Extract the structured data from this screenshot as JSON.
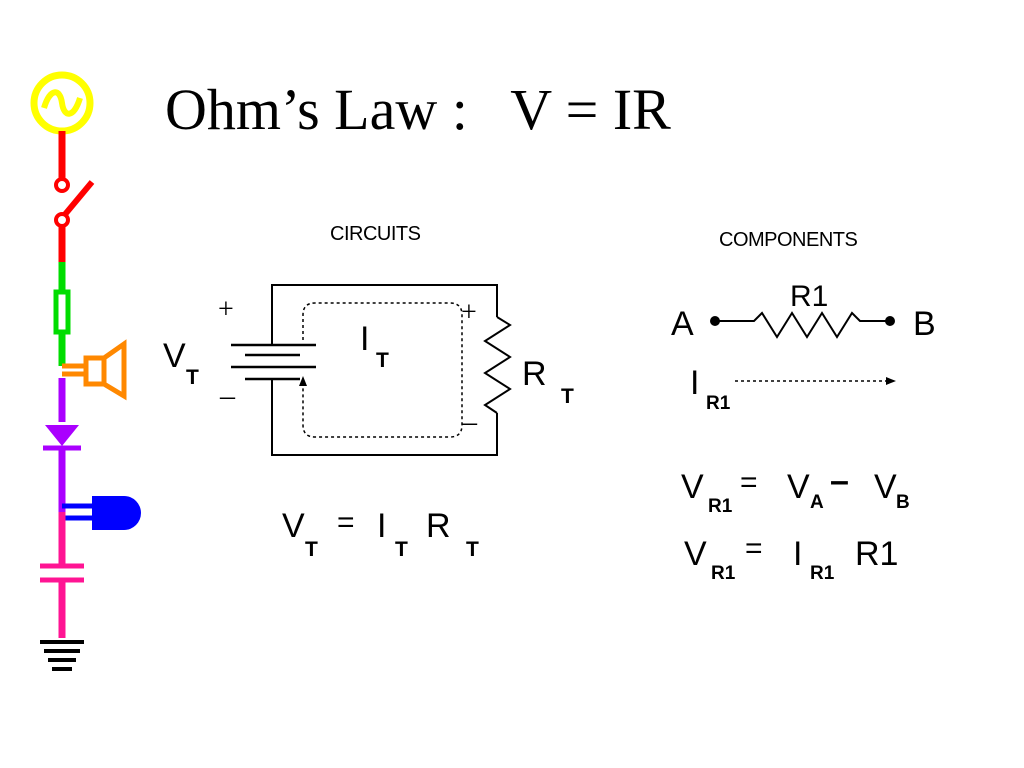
{
  "slide": {
    "title": "Ohm’s Law :   V = IR",
    "circuits_caption": "CIRCUITS",
    "components_caption": "COMPONENTS"
  },
  "circuit": {
    "source_symbol": "V",
    "source_sub": "T",
    "plus": "+",
    "minus": "–",
    "current_symbol": "I",
    "current_sub": "T",
    "resistor_symbol": "R",
    "resistor_sub": "T",
    "equation": {
      "v": "V",
      "v_sub": "T",
      "eq": "=",
      "i": "I",
      "i_sub": "T",
      "r": "R",
      "r_sub": "T"
    }
  },
  "component": {
    "node_a": "A",
    "node_b": "B",
    "resistor_label": "R1",
    "current_symbol": "I",
    "current_sub": "R1",
    "eq1": {
      "v": "V",
      "v_sub": "R1",
      "eq": "=",
      "va": "V",
      "va_sub": "A",
      "minus": "–",
      "vb": "V",
      "vb_sub": "B"
    },
    "eq2": {
      "v": "V",
      "v_sub": "R1",
      "eq": "=",
      "i": "I",
      "i_sub": "R1",
      "r": "R1"
    }
  },
  "colors": {
    "icon_yellow": "#ffff00",
    "icon_red": "#ff0000",
    "icon_green": "#00dd00",
    "icon_orange": "#ff8800",
    "icon_purple": "#aa00ff",
    "icon_blue": "#0000ff",
    "icon_pink": "#ff1493"
  }
}
